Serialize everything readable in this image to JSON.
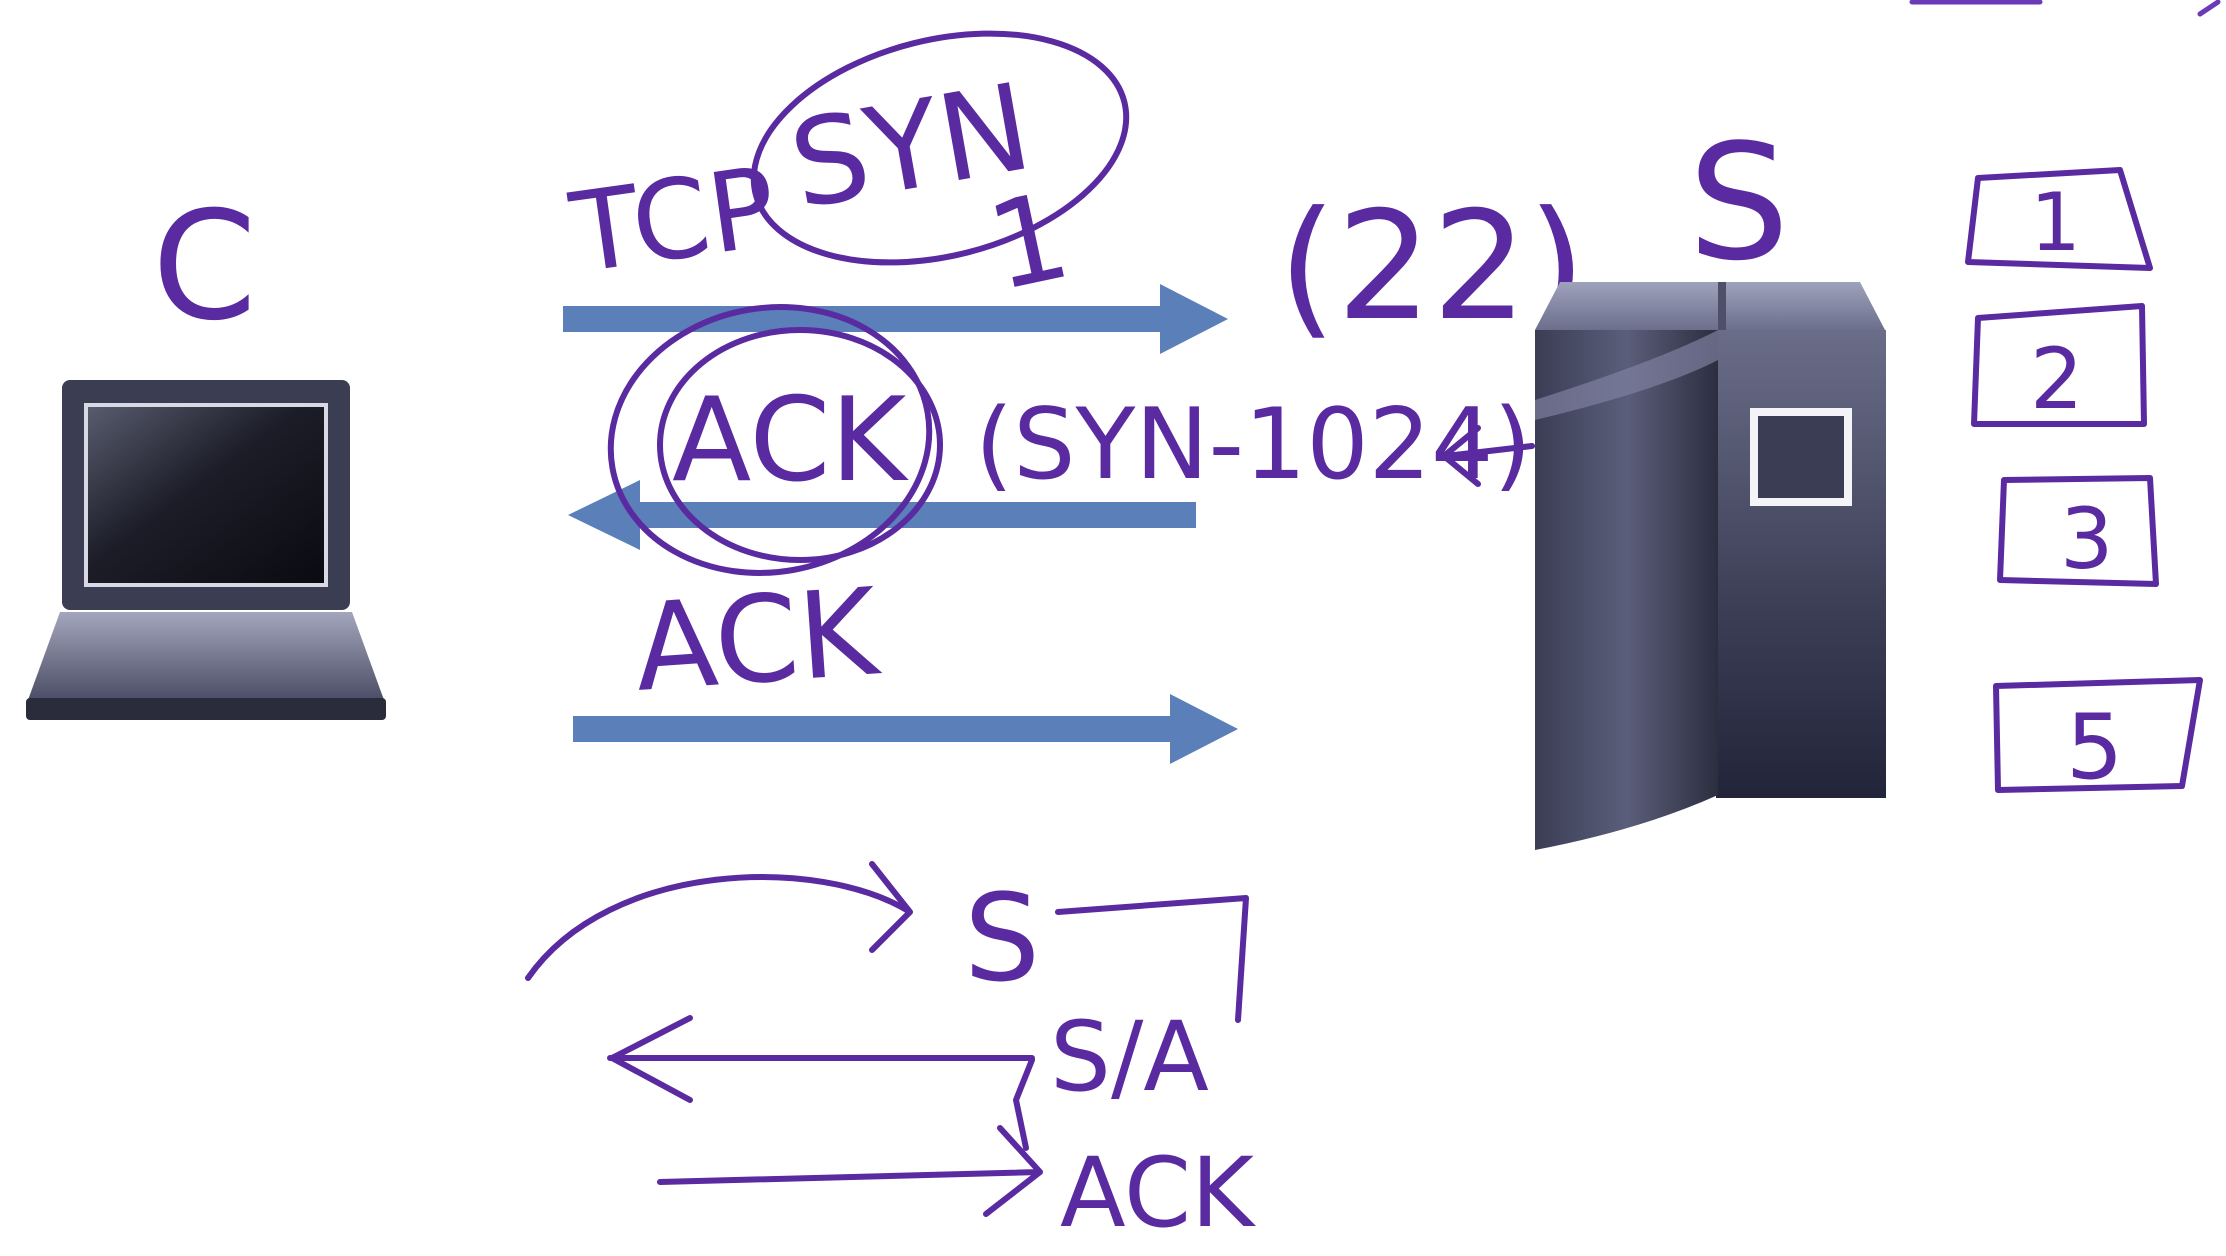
{
  "colors": {
    "background": "#ffffff",
    "ink": "#5a2aa0",
    "arrow": "#5b7fb8",
    "device_dark": "#2a2c3c",
    "device_mid": "#4a4d66",
    "device_light": "#8a8ca6"
  },
  "client": {
    "label": "C",
    "icon": "laptop-icon"
  },
  "server": {
    "label": "S",
    "port": "(22)",
    "icon": "server-icon"
  },
  "handshake": [
    {
      "step": 1,
      "label_prefix": "TCP",
      "label_flag": "SYN",
      "number": "1",
      "direction": "client-to-server"
    },
    {
      "step": 2,
      "label": "ACK",
      "label_extra": "(SYN-1024)",
      "direction": "server-to-client"
    },
    {
      "step": 3,
      "label": "ACK",
      "direction": "client-to-server"
    }
  ],
  "boxes": [
    "1",
    "2",
    "3",
    "5"
  ],
  "summary": {
    "syn": "S",
    "synack": "S/A",
    "ack": "ACK"
  }
}
